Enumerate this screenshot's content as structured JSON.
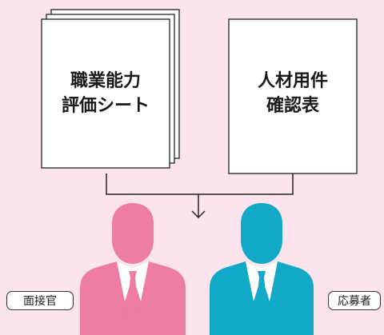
{
  "documents": {
    "evaluation_sheet": {
      "line1": "職業能力",
      "line2": "評価シート"
    },
    "requirements_sheet": {
      "line1": "人材用件",
      "line2": "確認表"
    }
  },
  "people": {
    "interviewer": {
      "label": "面接官",
      "color": "#ee7da2"
    },
    "applicant": {
      "label": "応募者",
      "color": "#12a9c9"
    }
  },
  "colors": {
    "background": "#fbe4ee",
    "line": "#222222"
  }
}
